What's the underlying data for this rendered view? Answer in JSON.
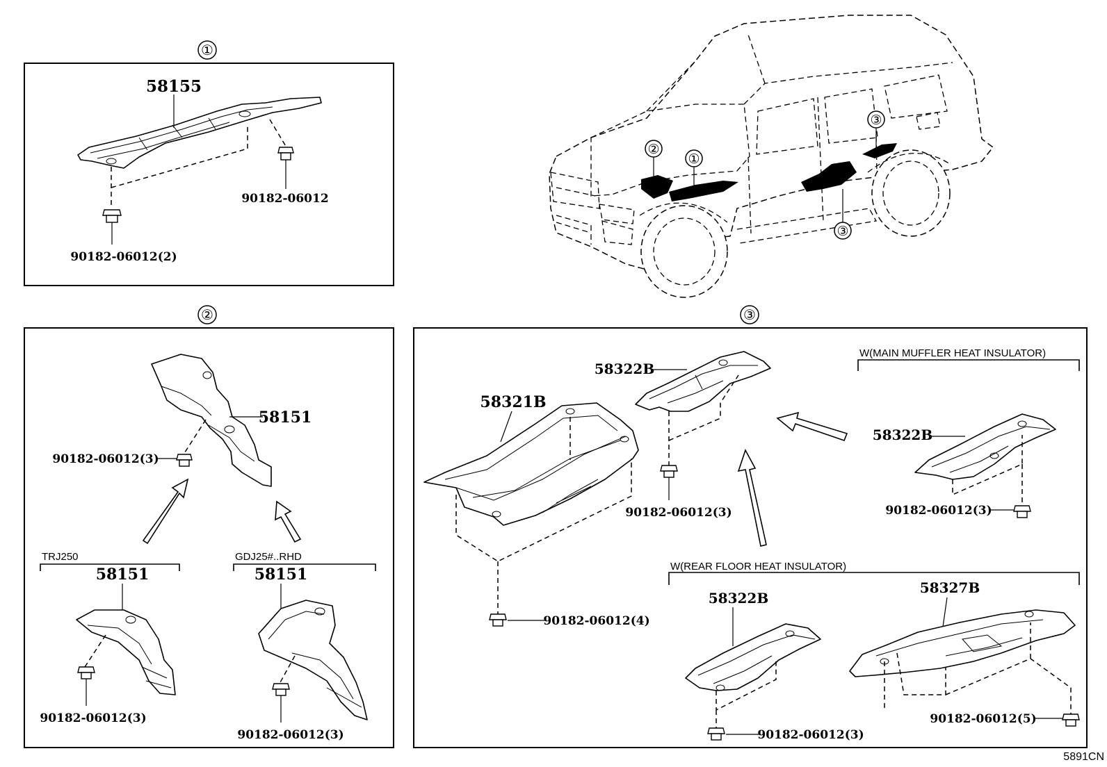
{
  "callouts": {
    "c1": "①",
    "c2": "②",
    "c3": "③"
  },
  "panel1": {
    "part_main": "58155",
    "fastener_right": "90182-06012",
    "fastener_left": "90182-06012(2)"
  },
  "panel2": {
    "part_top": "58151",
    "fastener_top": "90182-06012(3)",
    "variant_left": {
      "label": "TRJ250",
      "part": "58151",
      "fastener": "90182-06012(3)"
    },
    "variant_right": {
      "label": "GDJ25#..RHD",
      "part": "58151",
      "fastener": "90182-06012(3)"
    }
  },
  "panel3": {
    "part_big": "58321B",
    "part_top": "58322B",
    "fastener_big": "90182-06012(4)",
    "fastener_top": "90182-06012(3)",
    "group_muffler": {
      "label": "W(MAIN MUFFLER HEAT INSULATOR)",
      "part": "58322B",
      "fastener": "90182-06012(3)"
    },
    "group_rear_floor": {
      "label": "W(REAR FLOOR HEAT INSULATOR)",
      "part_left": "58322B",
      "part_right": "58327B",
      "fastener_left": "90182-06012(3)",
      "fastener_right": "90182-06012(5)"
    }
  },
  "vehicle_callouts": [
    "②",
    "①",
    "③",
    "③"
  ],
  "diagram_code": "5891CN"
}
